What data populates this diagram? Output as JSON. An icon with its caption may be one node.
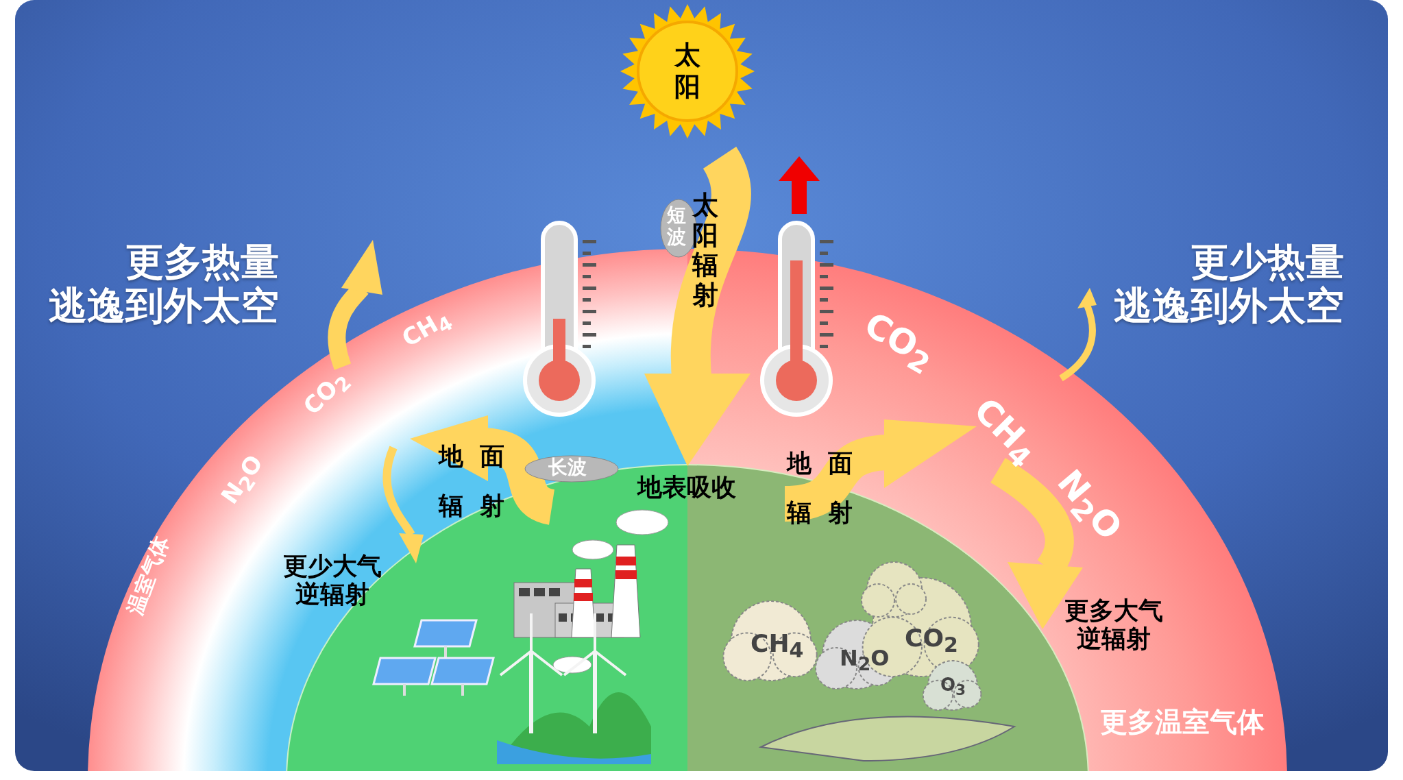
{
  "diagram": {
    "nodes": [
      {
        "text": [
          "太阳"
        ]
      }
    ],
    "labels": [
      "更多热量逃逸到外太空",
      "更少热量逃逸到外太空",
      "短波",
      "太阳辐射",
      "CH$_{4}$",
      "CO$_{2}$",
      "N$_{2}$O",
      "温室气体",
      "CO$_{2}$",
      "CH$_{4}$",
      "N$_{2}$O",
      "地面辐射",
      "长波",
      "地表吸收",
      "地面辐射",
      "更少大气逆辐射",
      "更多大气逆辐射",
      "CH$_{4}$",
      "N$_{2}$O",
      "CO$_{2}$",
      "O$_{3}$",
      "更多温室气体"
    ]
  }
}
